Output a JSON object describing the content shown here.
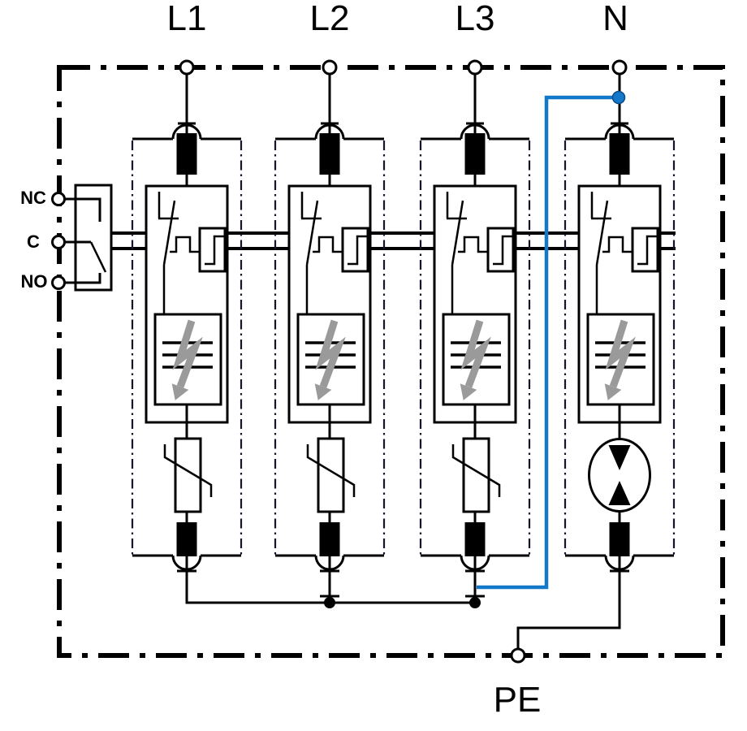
{
  "labels": {
    "phase_1": "L1",
    "phase_2": "L2",
    "phase_3": "L3",
    "neutral": "N",
    "protective_earth": "PE",
    "contact_nc": "NC",
    "contact_common": "C",
    "contact_no": "NO"
  },
  "colors": {
    "ink": "#000000",
    "module-outline": "#14142b",
    "lightning-gray": "#9a9a9a",
    "wire-blue": "#1478c8",
    "background": "#ffffff"
  }
}
